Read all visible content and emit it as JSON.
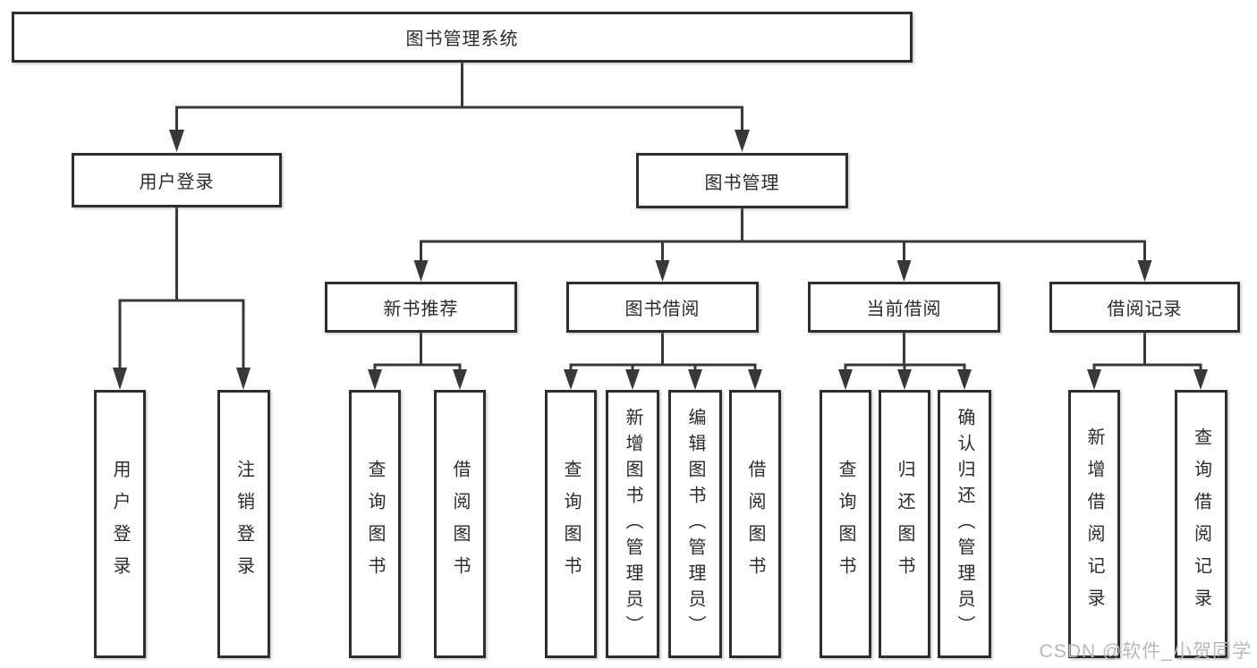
{
  "colors": {
    "line": "#383838",
    "box_border": "#2e2e2e",
    "text": "#2b2b2b",
    "watermark": "#b9b9b9",
    "background": "#ffffff"
  },
  "tree": {
    "label": "图书管理系统",
    "children": [
      {
        "label": "用户登录",
        "children": [
          {
            "label": "用户登录"
          },
          {
            "label": "注销登录"
          }
        ]
      },
      {
        "label": "图书管理",
        "children": [
          {
            "label": "新书推荐",
            "children": [
              {
                "label": "查询图书"
              },
              {
                "label": "借阅图书"
              }
            ]
          },
          {
            "label": "图书借阅",
            "children": [
              {
                "label": "查询图书"
              },
              {
                "label": "新增图书（管理员）"
              },
              {
                "label": "编辑图书（管理员）"
              },
              {
                "label": "借阅图书"
              }
            ]
          },
          {
            "label": "当前借阅",
            "children": [
              {
                "label": "查询图书"
              },
              {
                "label": "归还图书"
              },
              {
                "label": "确认归还（管理员）"
              }
            ]
          },
          {
            "label": "借阅记录",
            "children": [
              {
                "label": "新增借阅记录"
              },
              {
                "label": "查询借阅记录"
              }
            ]
          }
        ]
      }
    ]
  },
  "watermark": {
    "text": "CSDN @软件_小贺同学"
  }
}
